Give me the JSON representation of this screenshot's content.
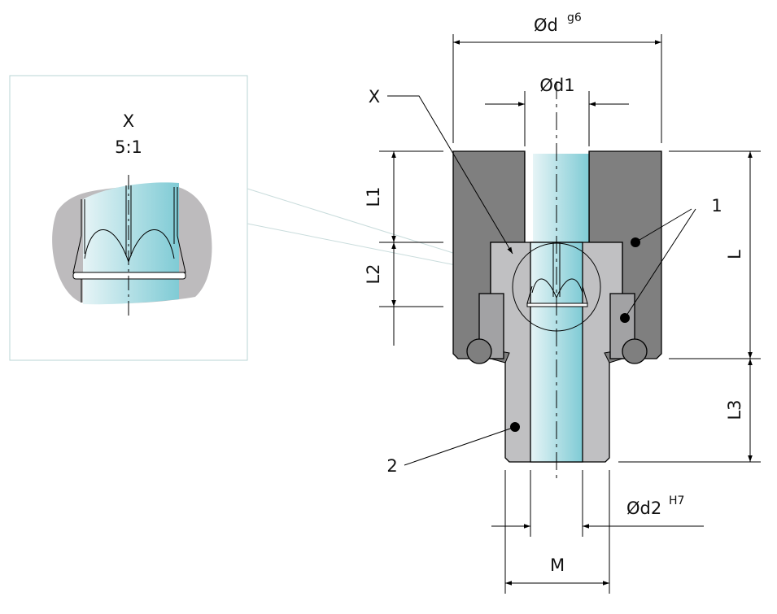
{
  "detail": {
    "label": "X",
    "scale": "5:1"
  },
  "dimensions": {
    "d": {
      "label": "Ød",
      "tolerance": "g6"
    },
    "d1": {
      "label": "Ød1"
    },
    "d2": {
      "label": "Ød2",
      "tolerance": "H7"
    },
    "M": {
      "label": "M"
    },
    "L": {
      "label": "L"
    },
    "L1": {
      "label": "L1"
    },
    "L2": {
      "label": "L2"
    },
    "L3": {
      "label": "L3"
    }
  },
  "callouts": {
    "x": "X",
    "part1": "1",
    "part2": "2"
  },
  "colors": {
    "body": "#7f7f7f",
    "insert": "#c0c0c2",
    "seal": "#a2a2a4",
    "tube": "#8ccfd8",
    "frame": "#b9d6d6"
  }
}
